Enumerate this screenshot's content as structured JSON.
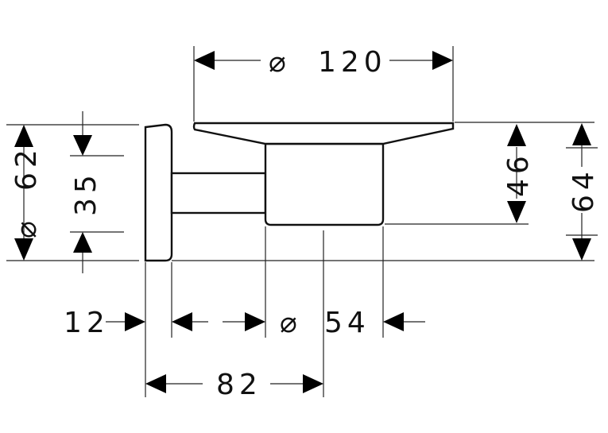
{
  "drawing": {
    "diameter_symbol": "⌀",
    "dimensions": {
      "dish_diameter": "120",
      "rosette_diameter": "62",
      "rosette_inner": "35",
      "dish_height": "46",
      "total_height": "64",
      "rosette_thickness": "12",
      "holder_diameter": "54",
      "projection": "82"
    }
  }
}
